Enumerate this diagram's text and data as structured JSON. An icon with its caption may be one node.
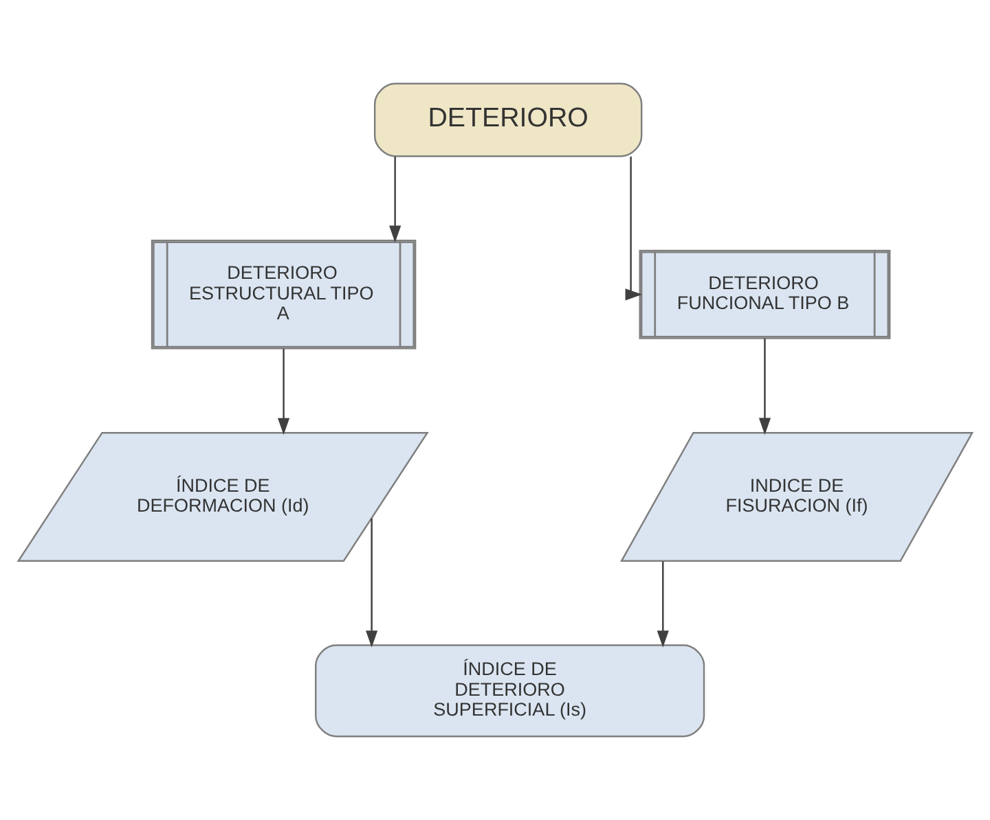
{
  "diagram": {
    "nodes": [
      {
        "text": [
          "DETERIORO"
        ]
      },
      {
        "text": [
          "DETERIORO ESTRUCTURAL TIPO A"
        ]
      },
      {
        "text": [
          "DETERIORO FUNCIONAL TIPO B"
        ]
      },
      {
        "text": [
          "ÍNDICE DE DEFORMACION (Id)"
        ]
      },
      {
        "text": [
          "INDICE DE FISURACION (If)"
        ]
      },
      {
        "text": [
          "ÍNDICE DE DETERIORO SUPERFICIAL (Is)"
        ]
      }
    ],
    "edges": [
      {
        "from": 0,
        "to": 1,
        "arrow": "to"
      },
      {
        "from": 0,
        "to": 2,
        "arrow": "to"
      },
      {
        "from": 1,
        "to": 3,
        "arrow": "to"
      },
      {
        "from": 2,
        "to": 4,
        "arrow": "to"
      },
      {
        "from": 3,
        "to": 5,
        "arrow": "to"
      },
      {
        "from": 4,
        "to": 5,
        "arrow": "to"
      }
    ]
  }
}
